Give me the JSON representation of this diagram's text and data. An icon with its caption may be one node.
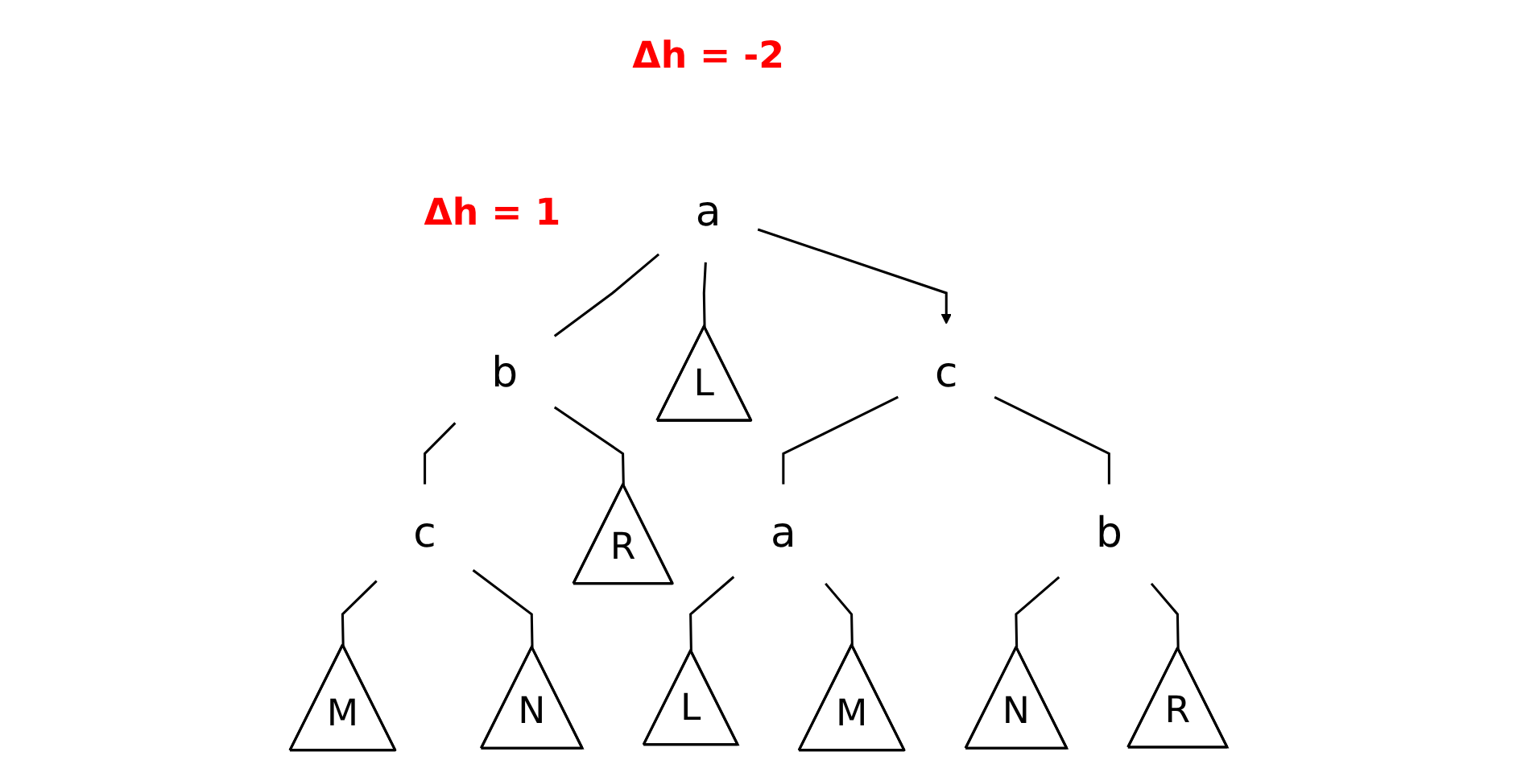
{
  "diagram": {
    "nodes": [
      {
        "text": [
          "a"
        ],
        "beside": [
          "Δh = -2"
        ]
      },
      {
        "text": [
          "b"
        ],
        "beside": [
          "Δh = 1"
        ]
      },
      {
        "text": [
          "L"
        ]
      },
      {
        "text": [
          "c"
        ]
      },
      {
        "text": [
          "R"
        ]
      },
      {
        "text": [
          "M"
        ]
      },
      {
        "text": [
          "N"
        ]
      },
      {
        "text": [
          "c"
        ]
      },
      {
        "text": [
          "a"
        ]
      },
      {
        "text": [
          "b"
        ]
      },
      {
        "text": [
          "L"
        ]
      },
      {
        "text": [
          "M"
        ]
      },
      {
        "text": [
          "N"
        ]
      },
      {
        "text": [
          "R"
        ]
      }
    ],
    "edges": [
      {
        "from": 0,
        "to": 1,
        "arrow": "none"
      },
      {
        "from": 0,
        "to": 2,
        "arrow": "none"
      },
      {
        "from": 1,
        "to": 3,
        "arrow": "none"
      },
      {
        "from": 1,
        "to": 4,
        "arrow": "none"
      },
      {
        "from": 3,
        "to": 5,
        "arrow": "none"
      },
      {
        "from": 3,
        "to": 6,
        "arrow": "none"
      },
      {
        "from": 0,
        "to": 7,
        "arrow": "to"
      },
      {
        "from": 7,
        "to": 8,
        "arrow": "none"
      },
      {
        "from": 7,
        "to": 9,
        "arrow": "none"
      },
      {
        "from": 8,
        "to": 10,
        "arrow": "none"
      },
      {
        "from": 8,
        "to": 11,
        "arrow": "none"
      },
      {
        "from": 9,
        "to": 12,
        "arrow": "none"
      },
      {
        "from": 9,
        "to": 13,
        "arrow": "none"
      }
    ]
  }
}
